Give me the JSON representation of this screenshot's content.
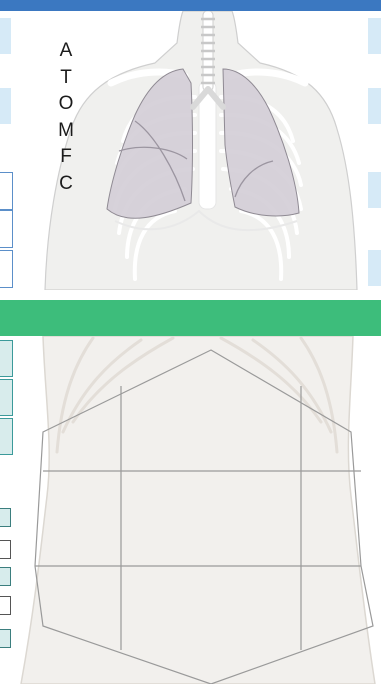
{
  "mnemonic": {
    "letters": [
      "A",
      "T",
      "O",
      "M",
      "F",
      "C"
    ]
  },
  "colors": {
    "top_band": "#3b78c1",
    "green_band": "#3dbd7b",
    "tab_fill": "#d6eaf7",
    "body_fill": "#f0f0ee",
    "lung_fill": "#d3cdd6",
    "bone": "#ffffff",
    "region_lines": "#9a9a9a"
  },
  "icons": {
    "chest": "chest-lungs-illustration-icon",
    "abdomen": "abdomen-nine-regions-illustration-icon"
  }
}
